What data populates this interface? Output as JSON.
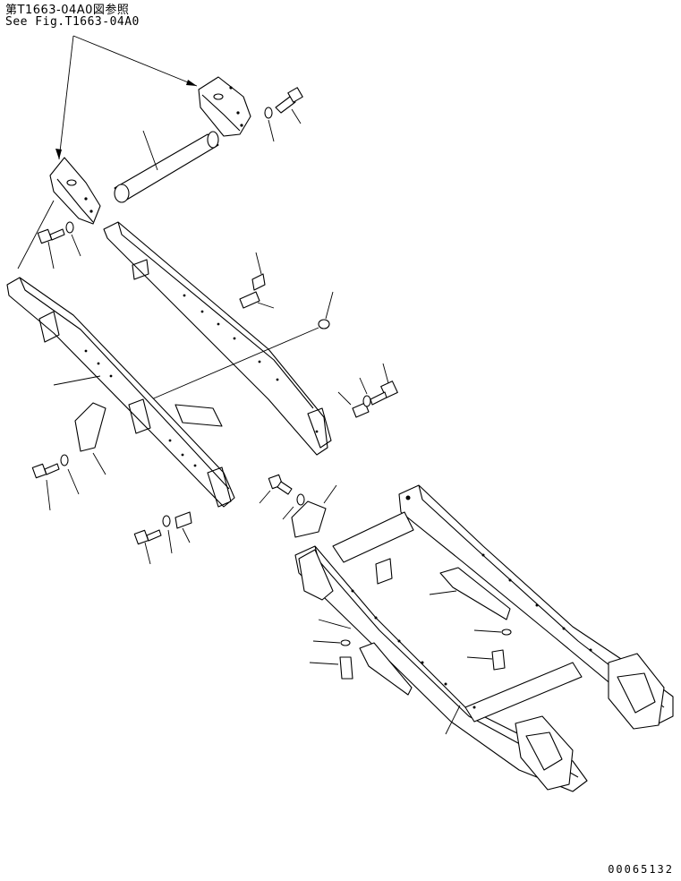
{
  "reference": {
    "japanese": "第T1663-04A0図参照",
    "english": "See Fig.T1663-04A0"
  },
  "drawing_number": "00065132"
}
